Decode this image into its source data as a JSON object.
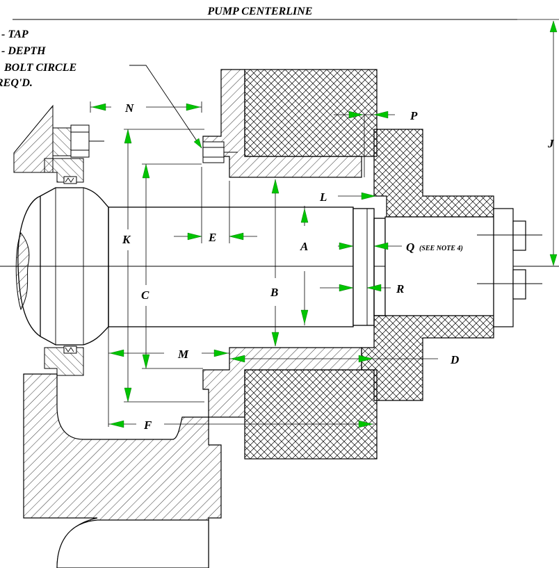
{
  "title": "PUMP CENTERLINE",
  "notes": [
    "- TAP",
    "- DEPTH",
    "BOLT CIRCLE",
    "REQ'D."
  ],
  "labels": {
    "N": "N",
    "P": "P",
    "J": "J",
    "L": "L",
    "K": "K",
    "E": "E",
    "A": "A",
    "Q": "Q",
    "Q_note": "(SEE NOTE 4)",
    "C": "C",
    "B": "B",
    "R": "R",
    "M": "M",
    "D": "D",
    "F": "F"
  },
  "colors": {
    "arrow": "#00c400",
    "line": "#000000",
    "text_accent": "#008000"
  }
}
